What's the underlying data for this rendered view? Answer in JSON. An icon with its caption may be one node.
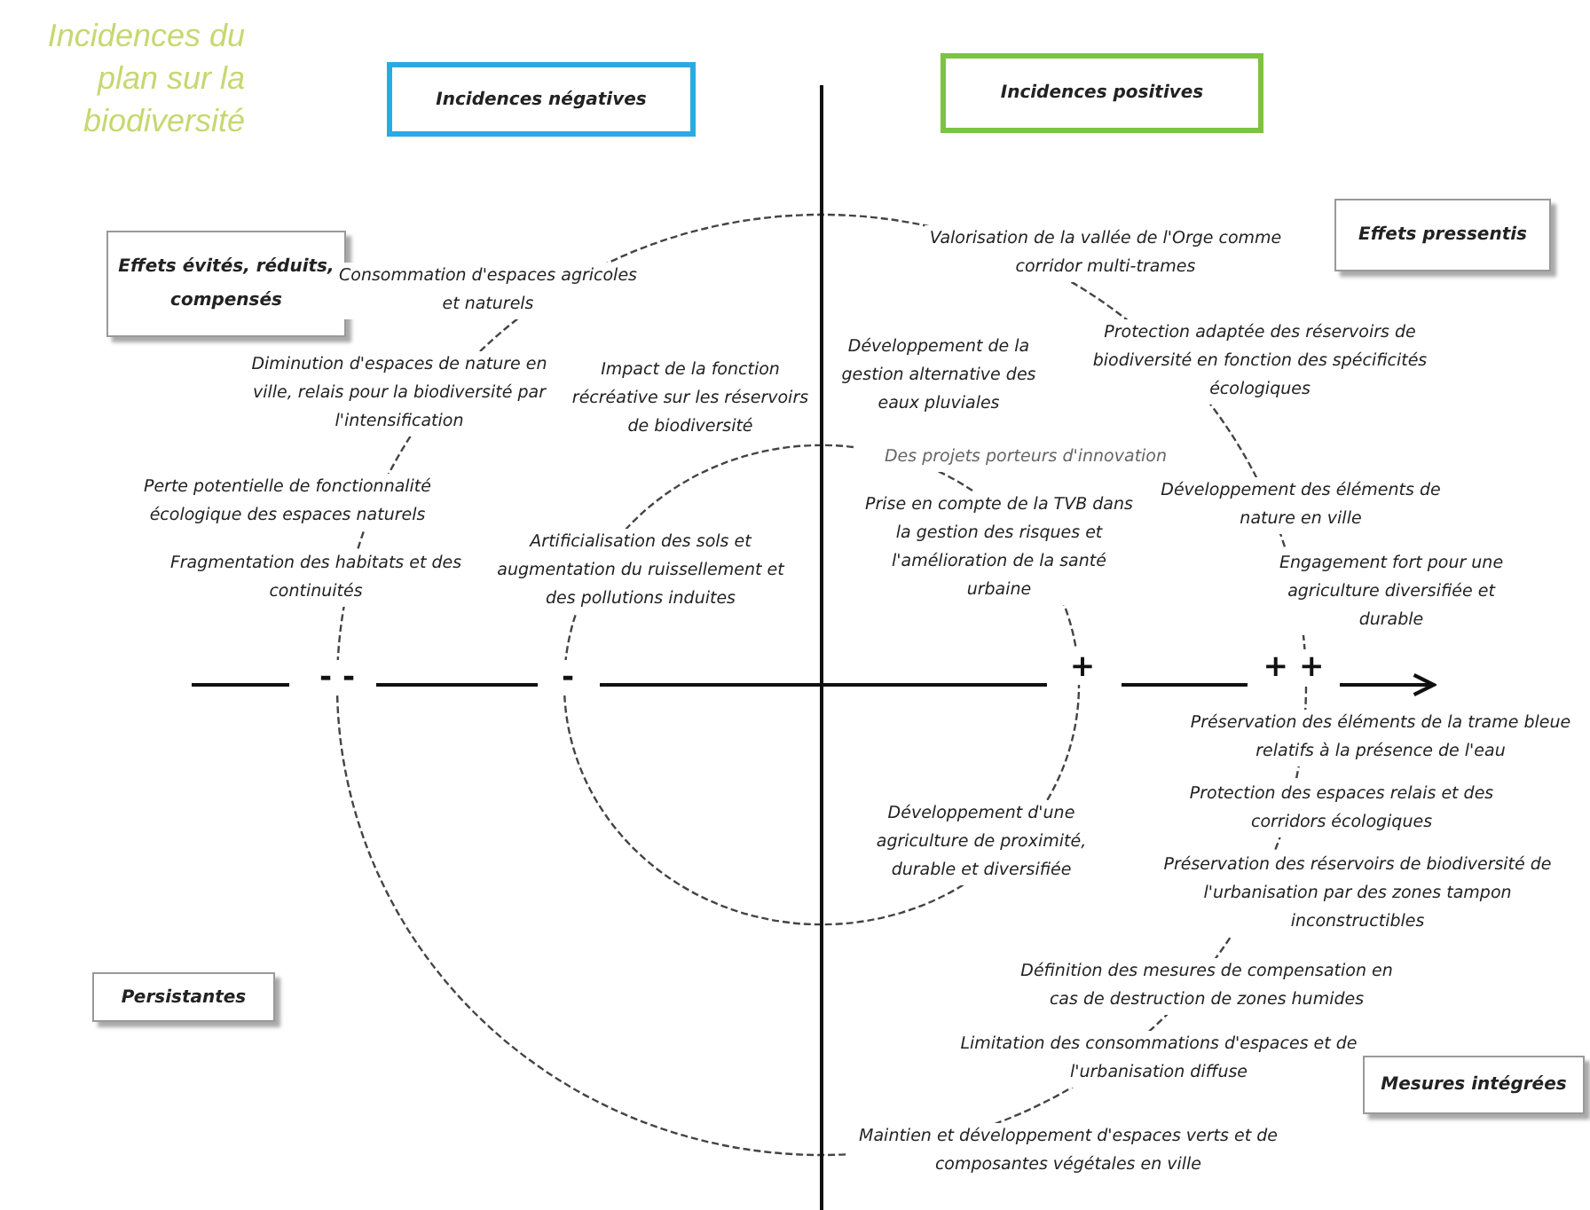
{
  "diagram": {
    "title": "Incidences du plan sur la biodiversité",
    "nodes": [
      {
        "text": [
          "Incidences négatives"
        ]
      },
      {
        "text": [
          "Incidences positives"
        ]
      },
      {
        "text": [
          "Effets évités, réduits, compensés"
        ]
      },
      {
        "text": [
          "Effets pressentis"
        ]
      },
      {
        "text": [
          "Persistantes"
        ]
      },
      {
        "text": [
          "Mesures intégrées"
        ]
      }
    ],
    "labels": [
      "Consommation d'espaces agricoles et naturels",
      "Diminution d'espaces de nature en ville, relais pour la biodiversité par l'intensification",
      "Impact de la fonction récréative sur les réservoirs de biodiversité",
      "Perte potentielle de fonctionnalité écologique des espaces naturels",
      "Fragmentation des habitats et des continuités",
      "Artificialisation des sols et augmentation du ruissellement et des pollutions induites",
      "Valorisation de la vallée de l'Orge comme corridor multi-trames",
      "Développement de la gestion alternative des eaux pluviales",
      "Protection adaptée des réservoirs de biodiversité en fonction des spécificités écologiques",
      "Des projets porteurs d'innovation",
      "Prise en compte de la TVB dans la gestion des risques et l'amélioration de la santé urbaine",
      "Développement des éléments de nature en ville",
      "Engagement fort pour une agriculture diversifiée et durable",
      "- -",
      "-",
      "+",
      "+ +",
      "Préservation des éléments de la trame bleue relatifs à la présence de l'eau",
      "Protection des espaces relais et des corridors écologiques",
      "Développement d'une agriculture de proximité, durable et diversifiée",
      "Préservation des réservoirs de biodiversité de l'urbanisation par des zones tampon inconstructibles",
      "Définition des mesures de compensation en cas de destruction de zones humides",
      "Limitation des consommations d'espaces et de l'urbanisation diffuse",
      "Maintien et développement d'espaces verts et de composantes végétales en ville"
    ]
  }
}
